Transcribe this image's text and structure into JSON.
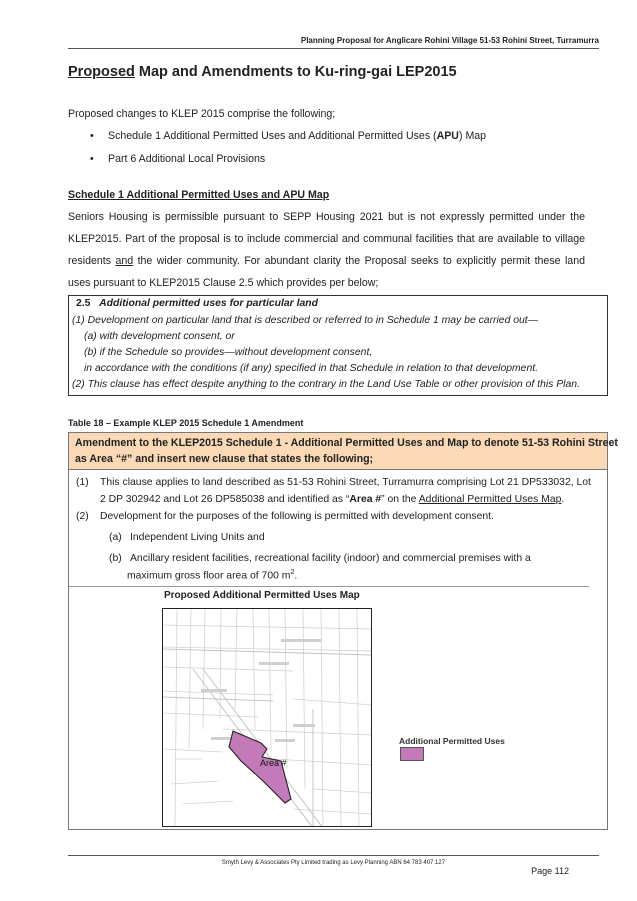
{
  "header": {
    "text": "Planning Proposal for Anglicare Rohini Village 51-53 Rohini Street, Turramurra"
  },
  "title": {
    "underlined": "Proposed",
    "rest": " Map and Amendments to Ku-ring-gai LEP2015"
  },
  "intro": "Proposed changes to KLEP 2015 comprise the following;",
  "bullets": {
    "b1_pre": "Schedule 1 Additional Permitted Uses and Additional Permitted Uses (",
    "b1_bold": "APU",
    "b1_post": ") Map",
    "b2": "Part 6 Additional Local Provisions"
  },
  "section_heading": "Schedule 1 Additional Permitted Uses and APU Map",
  "body": {
    "l1": "Seniors Housing is permissible pursuant to SEPP Housing 2021 but is not expressly permitted under the",
    "l2": "KLEP2015.  Part of the proposal is to include commercial and communal facilities that are available to village",
    "l3_pre": "residents ",
    "l3_u": "and",
    "l3_post": " the wider community.  For abundant clarity the Proposal seeks to explicitly permit these land",
    "l4": "uses pursuant to KLEP2015 Clause 2.5 which provides per below;"
  },
  "clause": {
    "num": "2.5",
    "heading": "Additional permitted uses for particular land",
    "c1": "(1)  Development on particular land that is described or referred to in Schedule 1 may be carried out—",
    "c1a": "(a)  with development consent, or",
    "c1b": "(b)  if the Schedule so provides—without development consent,",
    "c1c": "in accordance with the conditions (if any) specified in that Schedule in relation to that development.",
    "c2": "(2)  This clause has effect despite anything to the contrary in the Land Use Table or other provision of this Plan."
  },
  "table_caption": "Table 18 – Example KLEP 2015 Schedule 1 Amendment",
  "table": {
    "head1": "Amendment to the KLEP2015 Schedule 1 - Additional Permitted Uses and Map to denote 51-53 Rohini Street",
    "head2": "as Area “#” and insert new clause that states the following;",
    "i1_num": "(1)",
    "i1_l1": "This clause applies to land described as 51-53 Rohini Street, Turramurra comprising Lot 21 DP533032, Lot",
    "i1_l2_pre": "2 DP 302942 and Lot 26 DP585038 and identified as “",
    "i1_l2_bold": "Area #",
    "i1_l2_mid": "” on the ",
    "i1_l2_u": "Additional Permitted Uses Map",
    "i1_l2_end": ".",
    "i2_num": "(2)",
    "i2": "Development for the purposes of the following is permitted with development consent.",
    "a_num": "(a)",
    "a": "Independent Living Units and",
    "b_num": "(b)",
    "b_l1": "Ancillary resident facilities, recreational facility (indoor) and commercial premises with a",
    "b_l2": "maximum gross floor area of 700 m",
    "b_sup": "2",
    "b_end": "."
  },
  "map": {
    "title": "Proposed Additional Permitted Uses Map",
    "area_label": "Area #",
    "legend_label": "Additional Permitted Uses",
    "fill_color": "#c47ab8"
  },
  "footer": {
    "text": "Smyth Levy & Associates Pty Limited trading as Levy Planning ABN 64 783 407 127",
    "page": "Page 112"
  }
}
